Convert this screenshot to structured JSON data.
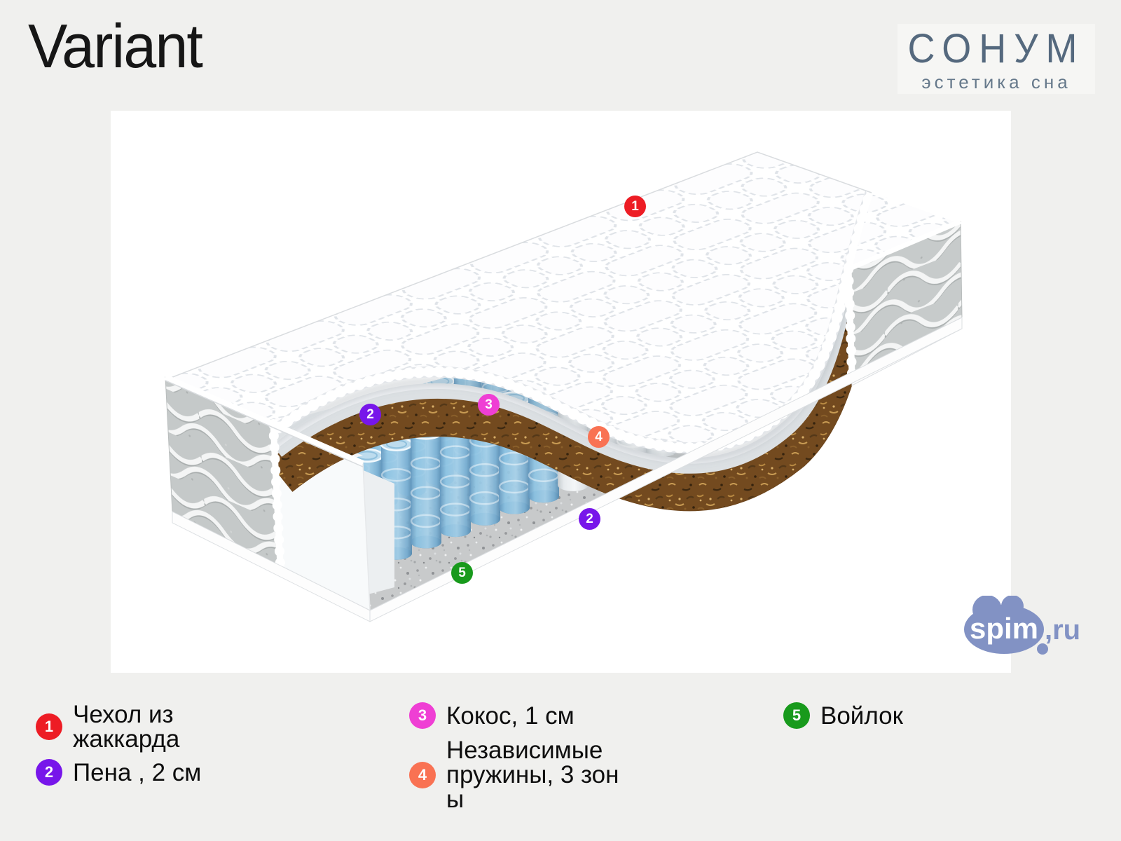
{
  "title": "Variant",
  "brand": {
    "name": "СОНУМ",
    "tagline": "эстетика сна"
  },
  "watermark": {
    "inside": "spim",
    "outside": ",ru"
  },
  "legend": {
    "items": [
      {
        "num": "1",
        "label": "Чехол из жаккарда",
        "color": "#ed1c24"
      },
      {
        "num": "2",
        "label": "Пена , 2 см",
        "color": "#7716ea"
      },
      {
        "num": "3",
        "label": "Кокос, 1 см",
        "color": "#ef3fd4"
      },
      {
        "num": "4",
        "label": "Независимые\nпружины, 3 зон\nы",
        "color": "#f97253"
      },
      {
        "num": "5",
        "label": "Войлок",
        "color": "#189a1c"
      }
    ]
  },
  "image_markers": [
    {
      "num": "1",
      "layer": "jacquard-cover"
    },
    {
      "num": "2",
      "layer": "foam-top"
    },
    {
      "num": "3",
      "layer": "coconut"
    },
    {
      "num": "4",
      "layer": "independent-springs"
    },
    {
      "num": "2",
      "layer": "foam-bottom"
    },
    {
      "num": "5",
      "layer": "felt"
    }
  ]
}
